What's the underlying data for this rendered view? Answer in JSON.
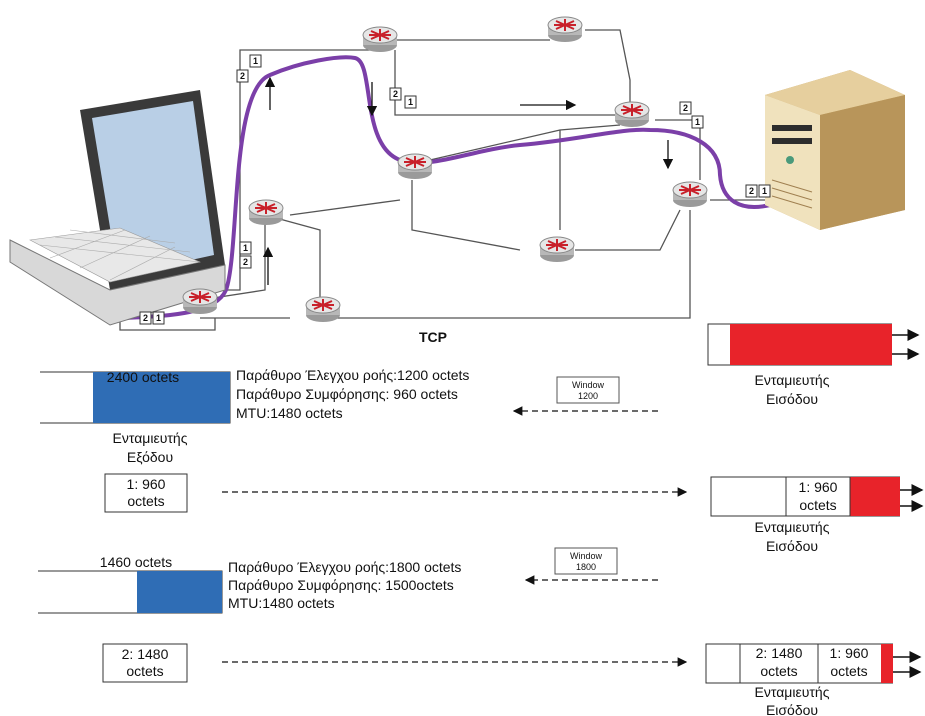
{
  "title": "TCP",
  "packet_tags": {
    "one": "1",
    "two": "2"
  },
  "colors": {
    "path": "#7b3fa8",
    "sender_buffer": "#2f6db5",
    "receiver_buffer": "#e8232a",
    "link": "#555555"
  },
  "icons": {
    "router": "router-icon",
    "laptop": "laptop-icon",
    "server": "server-icon"
  },
  "step1": {
    "sender_buffer_label": "2400 octets",
    "flow_window": "Παράθυρο Έλεγχου ροής:1200 octets",
    "congestion_window": "Παράθυρο Συμφόρησης: 960 octets",
    "mtu": "MTU:1480 octets",
    "sender_buffer_name": [
      "Ενταμιευτής",
      "Εξόδου"
    ],
    "window_msg": [
      "Window",
      "1200"
    ],
    "receiver_buffer_name": [
      "Ενταμιευτής",
      "Εισόδου"
    ]
  },
  "step2": {
    "segment": [
      "1: 960",
      "octets"
    ],
    "receiver_segment": [
      "1: 960",
      "octets"
    ],
    "receiver_buffer_name": [
      "Ενταμιευτής",
      "Εισόδου"
    ]
  },
  "step3": {
    "sender_buffer_label": "1460 octets",
    "flow_window": "Παράθυρο Έλεγχου ροής:1800 octets",
    "congestion_window": "Παράθυρο Συμφόρησης: 1500octets",
    "mtu": "MTU:1480 octets",
    "window_msg": [
      "Window",
      "1800"
    ]
  },
  "step4": {
    "segment": [
      "2: 1480",
      "octets"
    ],
    "receiver_segment_a": [
      "2: 1480",
      "octets"
    ],
    "receiver_segment_b": [
      "1: 960",
      "octets"
    ],
    "receiver_buffer_name": [
      "Ενταμιευτής",
      "Εισόδου"
    ]
  }
}
